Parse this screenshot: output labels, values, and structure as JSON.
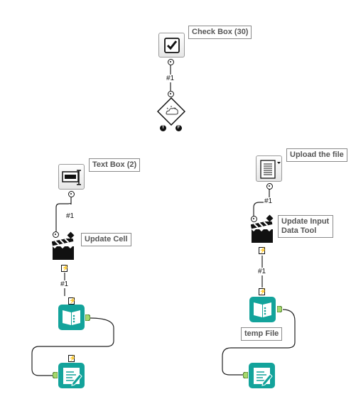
{
  "tools": {
    "check_box": {
      "label": "Check Box (30)"
    },
    "condition": {
      "true_anchor": "T",
      "false_anchor": "F"
    },
    "text_box": {
      "label": "Text Box (2)"
    },
    "update_cell": {
      "label": "Update Cell"
    },
    "upload_file": {
      "label": "Upload the file"
    },
    "update_input": {
      "label": "Update Input Data Tool"
    },
    "temp_file": {
      "label": "temp File"
    }
  },
  "connection_counts": {
    "check_to_condition": "#1",
    "text_to_update_cell": "#1",
    "update_cell_to_reader": "#1",
    "upload_to_update_input": "#1",
    "update_input_to_reader": "#1"
  },
  "icons": {
    "check_box": "check-box-icon",
    "condition": "condition-icon",
    "text_box": "text-box-icon",
    "action": "clapperboard-icon",
    "file_browse": "file-browse-icon",
    "input_data": "book-input-icon",
    "output_data": "output-data-icon"
  },
  "colors": {
    "teal": "#13a39b",
    "anchor_green": "#a7d86c"
  }
}
